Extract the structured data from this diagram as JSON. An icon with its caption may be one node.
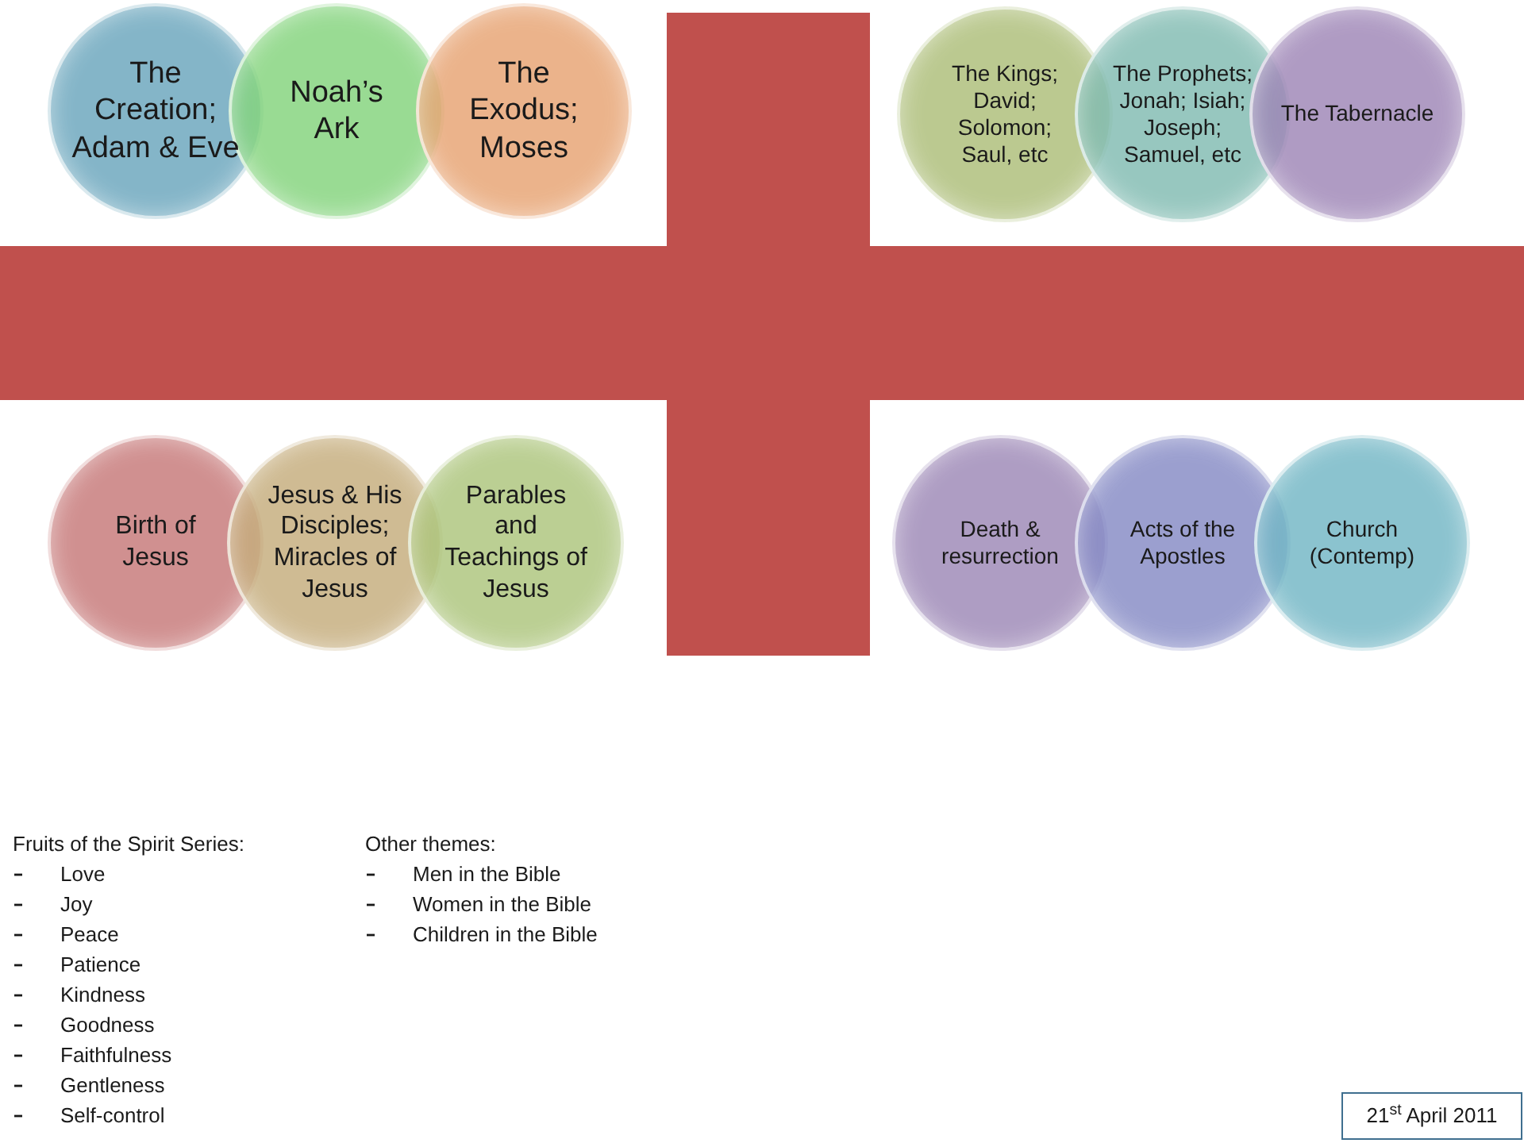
{
  "diagram": {
    "nodes": [
      {
        "text": [
          "The Creation; Adam & Eve"
        ]
      },
      {
        "text": [
          "Noah’s Ark"
        ]
      },
      {
        "text": [
          "The Exodus; Moses"
        ]
      },
      {
        "text": [
          "The Kings; David; Solomon; Saul, etc"
        ]
      },
      {
        "text": [
          "The Prophets; Jonah; Isiah; Joseph; Samuel, etc"
        ]
      },
      {
        "text": [
          "The Tabernacle"
        ]
      },
      {
        "text": [
          "Birth of Jesus"
        ]
      },
      {
        "text": [
          "Jesus & His Disciples; Miracles of Jesus"
        ]
      },
      {
        "text": [
          "Parables and Teachings of Jesus"
        ]
      },
      {
        "text": [
          "Death & resurrection"
        ]
      },
      {
        "text": [
          "Acts of the Apostles"
        ]
      },
      {
        "text": [
          "Church (Contemp)"
        ]
      },
      {
        "text": [
          "21$^{st}$ April 2011"
        ]
      }
    ],
    "labels": [
      "Fruits of the Spirit Series:",
      "Love",
      "Joy",
      "Peace",
      "Patience",
      "Kindness",
      "Goodness",
      "Faithfulness",
      "Gentleness",
      "Self-control",
      "Other themes:",
      "Men in the Bible",
      "Women in the Bible",
      "Children in the Bible"
    ]
  }
}
